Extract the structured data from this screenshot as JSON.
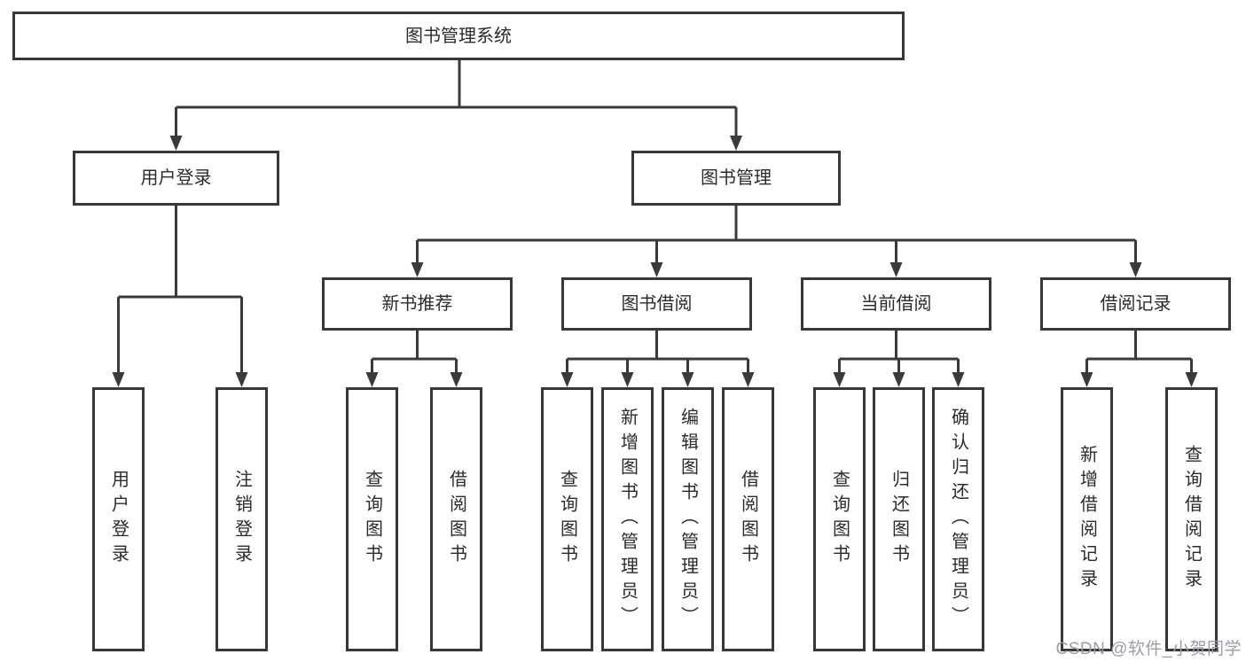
{
  "colors": {
    "background": "#ffffff",
    "line": "#3a3a3a",
    "box_border": "#383838",
    "text": "#2b2b2b",
    "watermark": "#9b9ca4"
  },
  "watermark": {
    "text": "CSDN @软件_小贺同学"
  },
  "diagram": {
    "type": "tree",
    "orientation": "top-down",
    "root": {
      "label": "图书管理系统",
      "children": [
        {
          "label": "用户登录",
          "children": [
            {
              "label": "用户登录"
            },
            {
              "label": "注销登录"
            }
          ]
        },
        {
          "label": "图书管理",
          "children": [
            {
              "label": "新书推荐",
              "children": [
                {
                  "label": "查询图书"
                },
                {
                  "label": "借阅图书"
                }
              ]
            },
            {
              "label": "图书借阅",
              "children": [
                {
                  "label": "查询图书"
                },
                {
                  "label": "新增图书（管理员）"
                },
                {
                  "label": "编辑图书（管理员）"
                },
                {
                  "label": "借阅图书"
                }
              ]
            },
            {
              "label": "当前借阅",
              "children": [
                {
                  "label": "查询图书"
                },
                {
                  "label": "归还图书"
                },
                {
                  "label": "确认归还（管理员）"
                }
              ]
            },
            {
              "label": "借阅记录",
              "children": [
                {
                  "label": "新增借阅记录"
                },
                {
                  "label": "查询借阅记录"
                }
              ]
            }
          ]
        }
      ]
    }
  }
}
